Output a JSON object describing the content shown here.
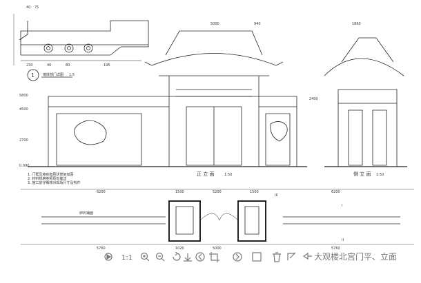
{
  "drawing": {
    "title": "大观楼北宫门平、立面",
    "detail_label": "墙体部门详图",
    "detail_scale": "1:5",
    "detail_number": "1",
    "front_elevation_label": "正 立 面",
    "front_elevation_scale": "1:50",
    "side_elevation_label": "侧 立 面",
    "side_elevation_scale": "1:50",
    "notes": [
      "1. 门框及墙体按原状修复加固",
      "2. 材料规格参照原有做法",
      "3. 施工前仔细核对现场尺寸及构件"
    ],
    "side_label": "卵石铺面",
    "section_marks": [
      "I",
      "II",
      "III"
    ],
    "dims": {
      "detail_top_1": "40",
      "detail_top_2": "75",
      "detail_bottom_1": "230",
      "detail_bottom_2": "40",
      "detail_bottom_3": "80",
      "detail_bottom_4": "195",
      "gate_top_left": "5000",
      "gate_top_right": "940",
      "side_top": "1860",
      "plan_1": "6200",
      "plan_2": "1500",
      "plan_3": "5200",
      "plan_4": "1500",
      "plan_5": "6200",
      "plan_bottom_1": "5760",
      "plan_bottom_2": "1020",
      "plan_bottom_3": "5000",
      "plan_bottom_4": "5760",
      "level_1": "5800",
      "level_2": "4500",
      "level_3": "2700",
      "level_4": "2400",
      "level_5": "0.000"
    }
  },
  "toolbar": {
    "zoom_reset_label": "1:1",
    "icons": [
      "play-icon",
      "reset-zoom-icon",
      "zoom-in-icon",
      "zoom-out-icon",
      "rotate-icon",
      "download-icon",
      "prev-icon",
      "crop-icon",
      "next-icon",
      "fullscreen-icon",
      "delete-icon",
      "edit-icon",
      "share-icon"
    ]
  }
}
